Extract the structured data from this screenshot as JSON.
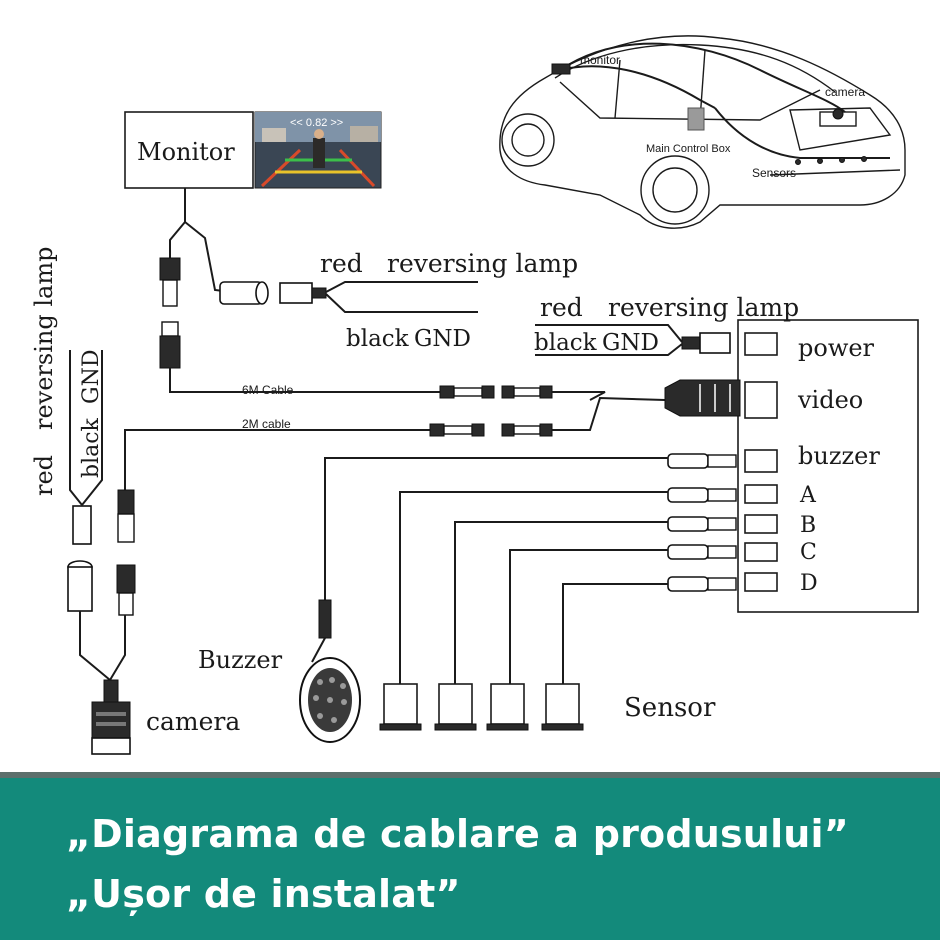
{
  "diagram": {
    "monitor_label": "Monitor",
    "monitor_screen_text": "<< 0.82 >>",
    "top_red_label": "red",
    "top_reversing_label": "reversing lamp",
    "top_black_label": "black",
    "top_gnd_label": "GND",
    "cable_6m_label": "6M Cable",
    "cable_2m_label": "2M cable",
    "left_red_label": "red",
    "left_reversing_label": "reversing lamp",
    "left_black_label": "black",
    "left_gnd_label": "GND",
    "box_red_label": "red",
    "box_reversing_label": "reversing lamp",
    "box_black_label": "black",
    "box_gnd_label": "GND",
    "port_power": "power",
    "port_video": "video",
    "port_buzzer": "buzzer",
    "port_a": "A",
    "port_b": "B",
    "port_c": "C",
    "port_d": "D",
    "buzzer_label": "Buzzer",
    "camera_label": "camera",
    "sensor_label": "Sensor"
  },
  "car_inset": {
    "monitor_label": "monitor",
    "camera_label": "camera",
    "control_box_label": "Main Control Box",
    "sensors_label": "Sensors"
  },
  "banner": {
    "line1": "„Diagrama de cablare a produsului”",
    "line2": "„Ușor de instalat”"
  },
  "colors": {
    "banner_bg": "#138a7b",
    "banner_border": "#5d6f6c",
    "banner_text": "#ffffff",
    "line_art": "#1b1b1b"
  }
}
